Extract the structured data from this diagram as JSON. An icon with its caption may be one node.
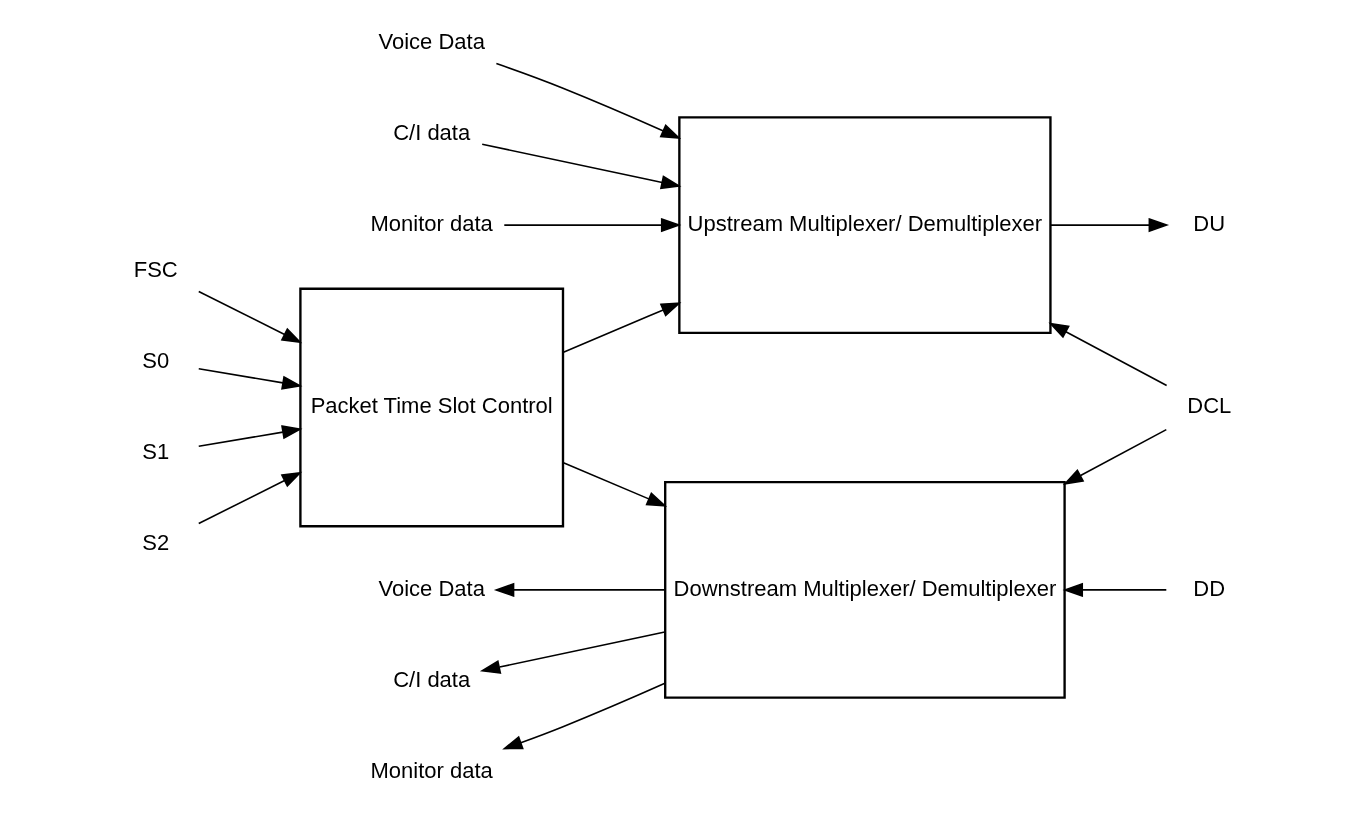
{
  "diagram": {
    "nodes": [
      {
        "text": [
          "Upstream Multiplexer/ Demultiplexer"
        ]
      },
      {
        "text": [
          "Packet Time Slot Control"
        ]
      },
      {
        "text": [
          "Downstream Multiplexer/ Demultiplexer"
        ]
      },
      {
        "text": [
          "Voice Data"
        ]
      },
      {
        "text": [
          "C/I data"
        ]
      },
      {
        "text": [
          "Monitor data"
        ]
      },
      {
        "text": [
          "DU"
        ]
      },
      {
        "text": [
          "FSC"
        ]
      },
      {
        "text": [
          "S0"
        ]
      },
      {
        "text": [
          "S1"
        ]
      },
      {
        "text": [
          "S2"
        ]
      },
      {
        "text": [
          "DCL"
        ]
      },
      {
        "text": [
          "Voice Data"
        ]
      },
      {
        "text": [
          "C/I data"
        ]
      },
      {
        "text": [
          "Monitor data"
        ]
      },
      {
        "text": [
          "DD"
        ]
      }
    ],
    "edges": [
      {
        "from": 3,
        "to": 0,
        "arrow": "to"
      },
      {
        "from": 4,
        "to": 0,
        "arrow": "to"
      },
      {
        "from": 5,
        "to": 0,
        "arrow": "to"
      },
      {
        "from": 0,
        "to": 6,
        "arrow": "to"
      },
      {
        "from": 7,
        "to": 1,
        "arrow": "to"
      },
      {
        "from": 8,
        "to": 1,
        "arrow": "to"
      },
      {
        "from": 9,
        "to": 1,
        "arrow": "to"
      },
      {
        "from": 10,
        "to": 1,
        "arrow": "to"
      },
      {
        "from": 1,
        "to": 0,
        "arrow": "to"
      },
      {
        "from": 1,
        "to": 2,
        "arrow": "to"
      },
      {
        "from": 11,
        "to": 0,
        "arrow": "to"
      },
      {
        "from": 11,
        "to": 2,
        "arrow": "to"
      },
      {
        "from": 2,
        "to": 12,
        "arrow": "to"
      },
      {
        "from": 2,
        "to": 13,
        "arrow": "to"
      },
      {
        "from": 2,
        "to": 14,
        "arrow": "to"
      },
      {
        "from": 15,
        "to": 2,
        "arrow": "to"
      }
    ]
  }
}
